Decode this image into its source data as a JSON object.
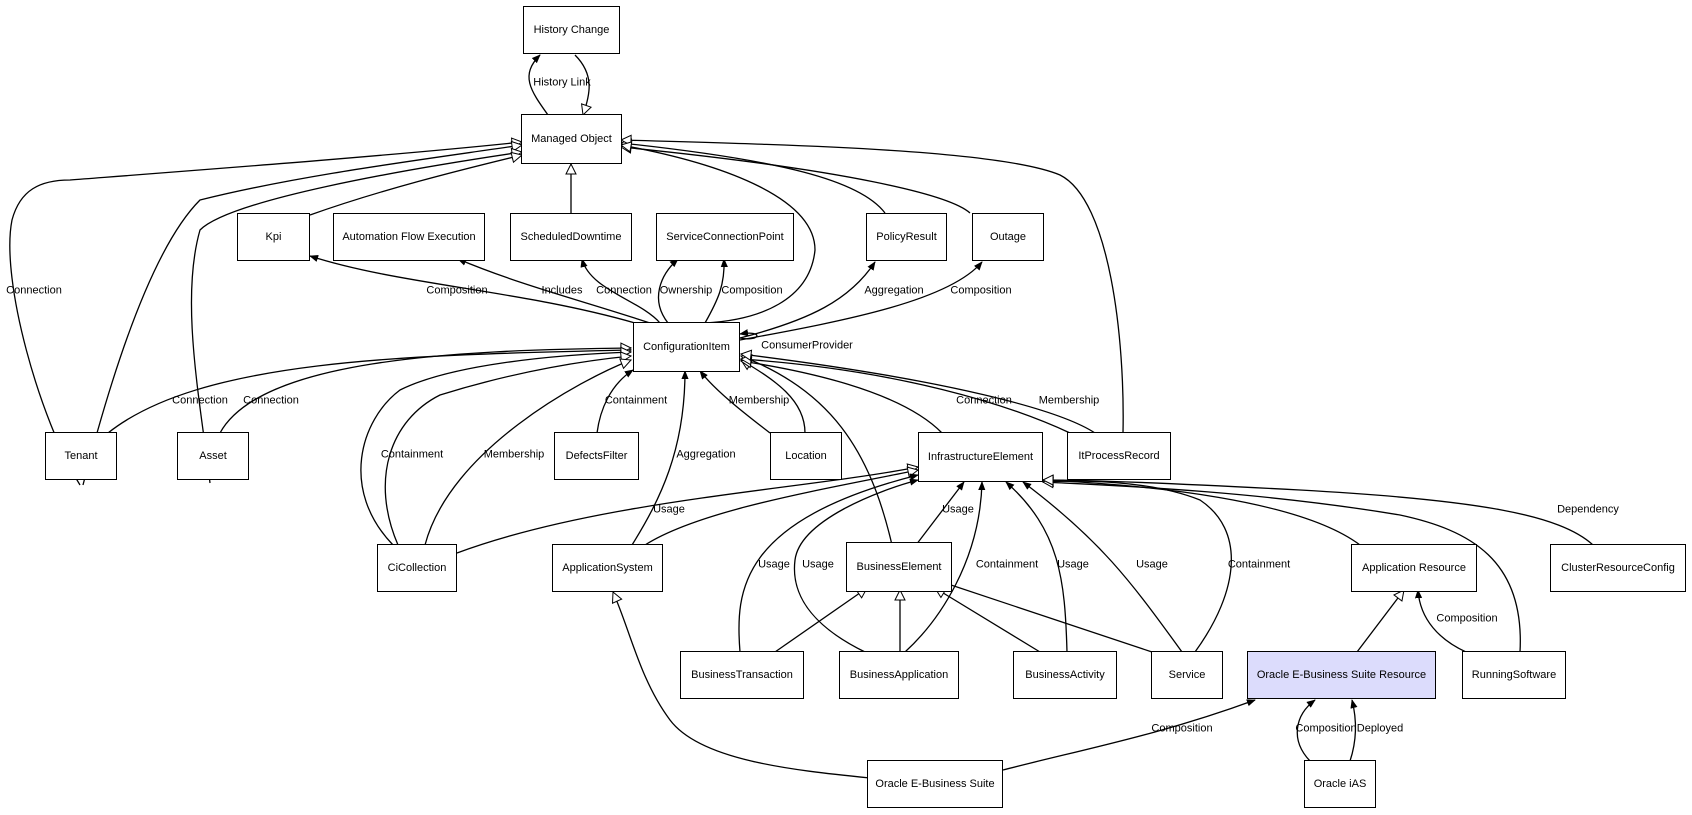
{
  "diagram": {
    "colors": {
      "highlight": "#dcdcfc",
      "stroke": "#000000"
    },
    "nodes": {
      "history_change": "History Change",
      "managed_object": "Managed Object",
      "kpi": "Kpi",
      "automation_flow_execution": "Automation Flow Execution",
      "scheduled_downtime": "ScheduledDowntime",
      "service_connection_point": "ServiceConnectionPoint",
      "policy_result": "PolicyResult",
      "outage": "Outage",
      "configuration_item": "ConfigurationItem",
      "tenant": "Tenant",
      "asset": "Asset",
      "defects_filter": "DefectsFilter",
      "location": "Location",
      "infrastructure_element": "InfrastructureElement",
      "it_process_record": "ItProcessRecord",
      "ci_collection": "CiCollection",
      "application_system": "ApplicationSystem",
      "business_element": "BusinessElement",
      "application_resource": "Application Resource",
      "cluster_resource_config": "ClusterResourceConfig",
      "business_transaction": "BusinessTransaction",
      "business_application": "BusinessApplication",
      "business_activity": "BusinessActivity",
      "service": "Service",
      "oracle_ebs_resource": "Oracle E-Business Suite Resource",
      "running_software": "RunningSoftware",
      "oracle_ebs": "Oracle E-Business Suite",
      "oracle_ias": "Oracle iAS"
    },
    "edge_labels": {
      "history_link": "History Link",
      "tenant_connection_mo": "Connection",
      "kpi_composition": "Composition",
      "afe_includes": "Includes",
      "sd_connection": "Connection",
      "scp_ownership": "Ownership",
      "scp_composition": "Composition",
      "pr_aggregation": "Aggregation",
      "outage_composition": "Composition",
      "consumer_provider": "ConsumerProvider",
      "tenant_connection_ci": "Connection",
      "asset_connection": "Connection",
      "defects_containment": "Containment",
      "location_membership": "Membership",
      "itpr_connection": "Connection",
      "itpr_membership": "Membership",
      "cic_containment": "Containment",
      "cic_membership": "Membership",
      "as_aggregation": "Aggregation",
      "cic_usage": "Usage",
      "be_usage": "Usage",
      "bt_usage": "Usage",
      "ba_usage": "Usage",
      "ba_containment": "Containment",
      "bact_usage": "Usage",
      "svc_usage": "Usage",
      "svc_containment": "Containment",
      "crc_dependency": "Dependency",
      "rs_composition": "Composition",
      "oebs_composition": "Composition",
      "ias_composition": "Composition",
      "ias_deployed": "Deployed"
    }
  }
}
